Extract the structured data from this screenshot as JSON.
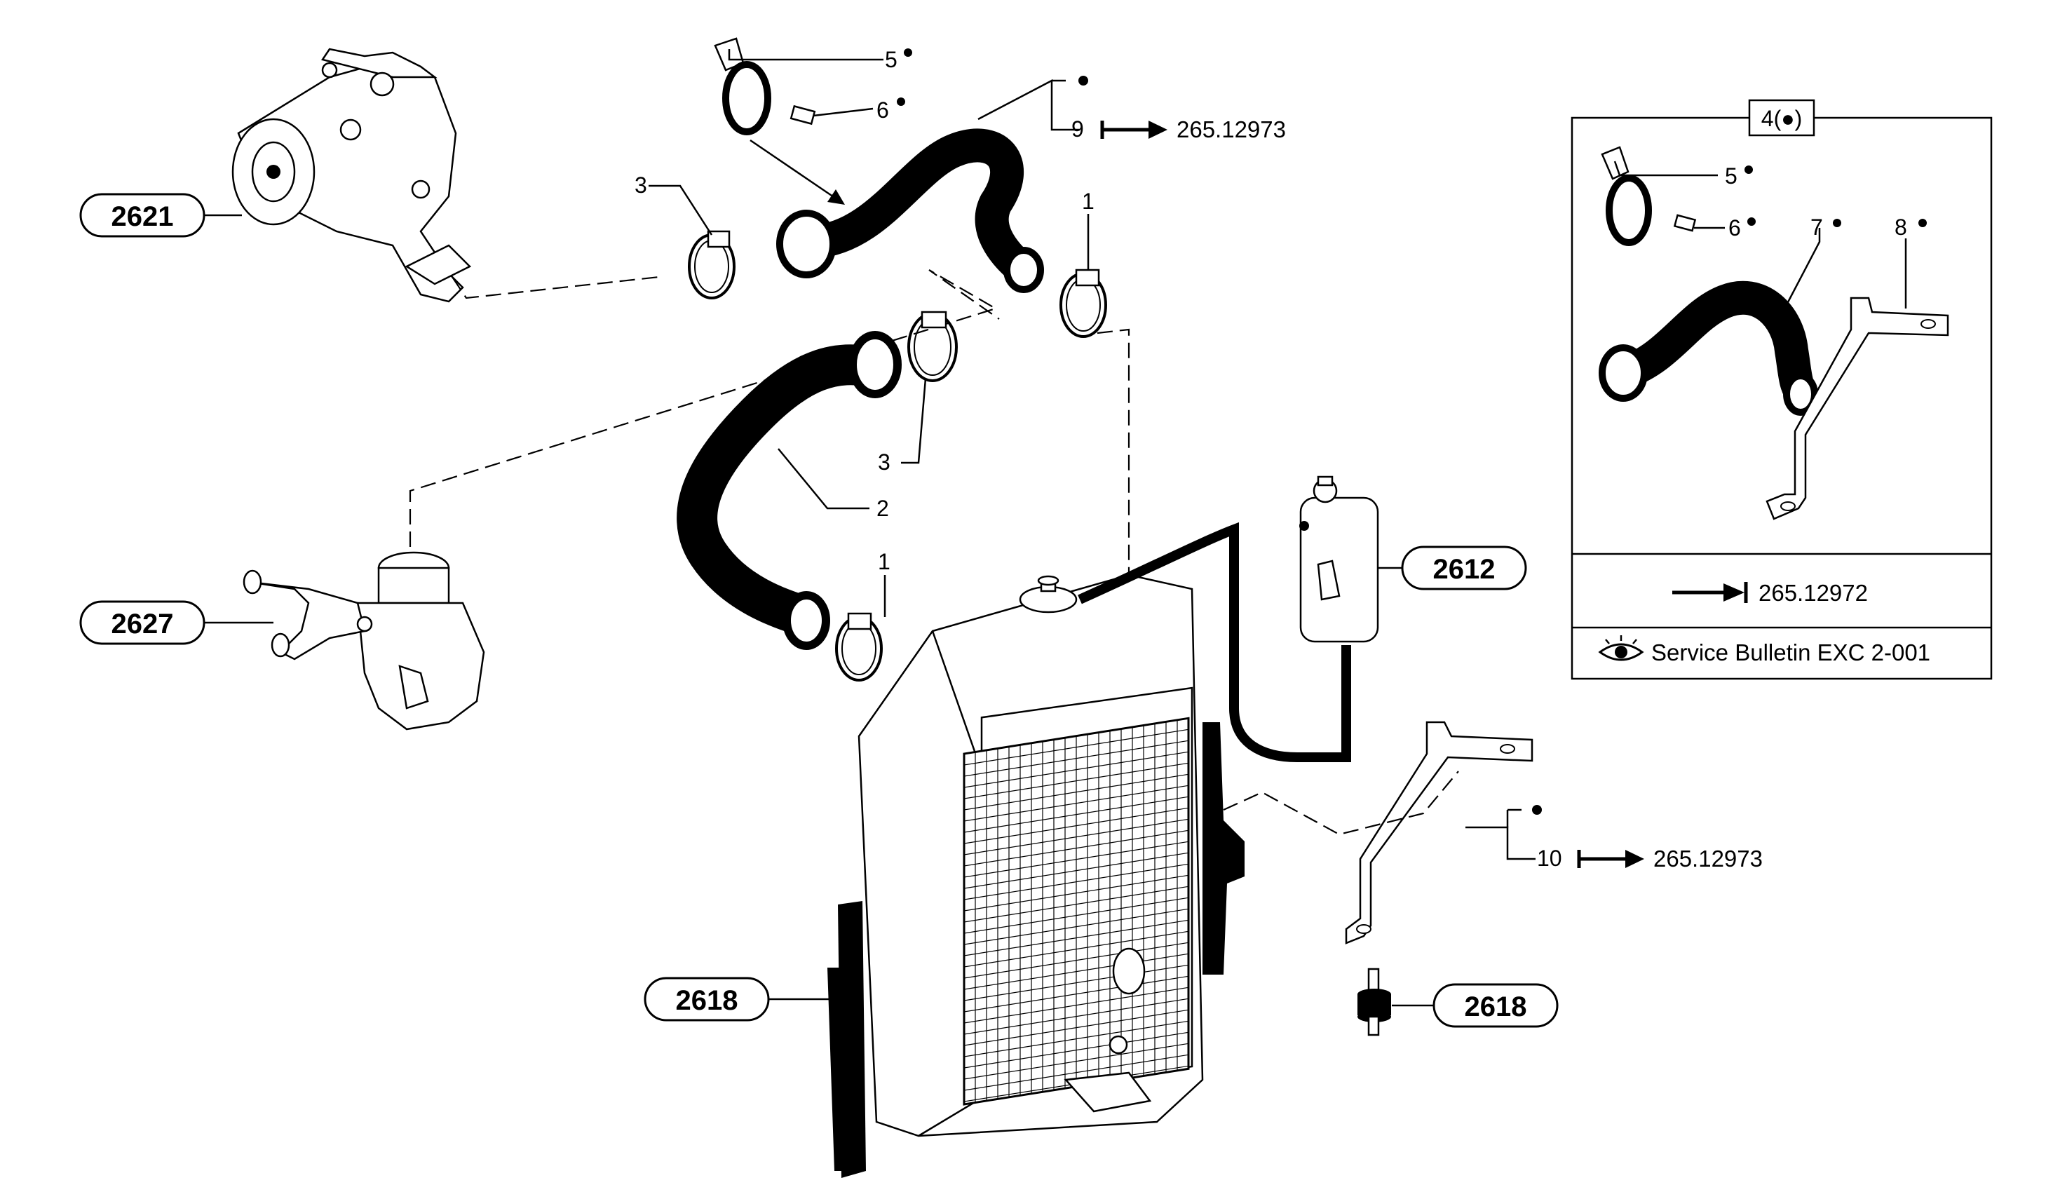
{
  "badges": {
    "water_pump": "2621",
    "thermostat": "2627",
    "expansion_tank": "2612",
    "radiator": "2618",
    "mount": "2618"
  },
  "callouts": {
    "c1_top": "1",
    "c1_bottom": "1",
    "c2": "2",
    "c3_left": "3",
    "c3_mid": "3",
    "c5": "5",
    "c6": "6",
    "c9": "9",
    "c10": "10"
  },
  "refs": {
    "ref_9": "265.12973",
    "ref_10": "265.12973"
  },
  "inset": {
    "header": "4(●)",
    "c5": "5",
    "c6": "6",
    "c7": "7",
    "c8": "8",
    "ref": "265.12972",
    "bulletin": "Service Bulletin  EXC 2-001"
  }
}
